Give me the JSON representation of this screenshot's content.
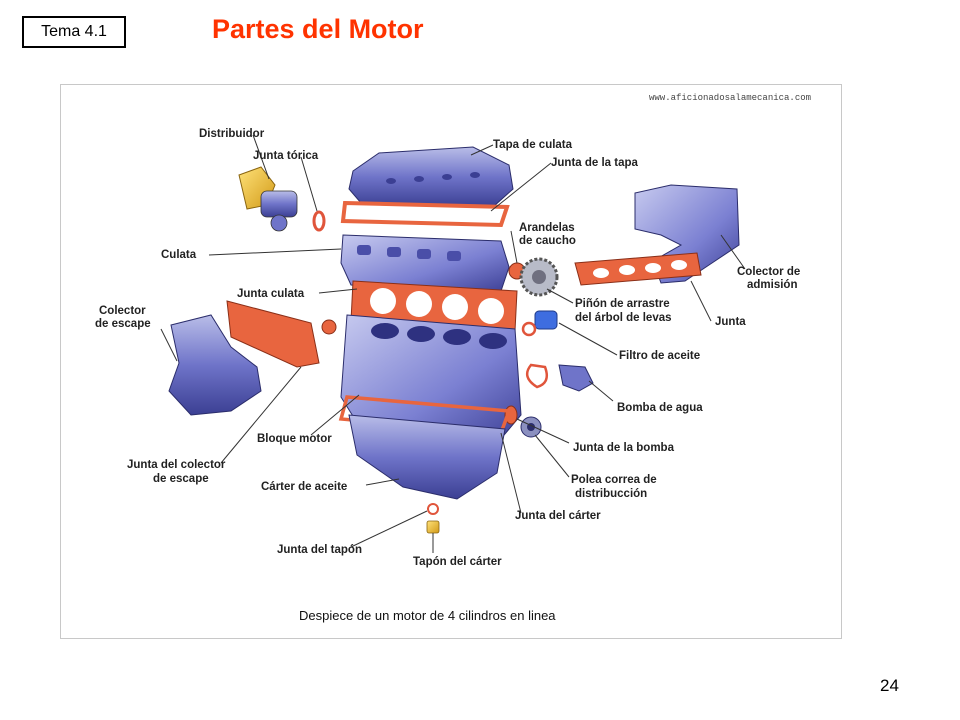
{
  "slide": {
    "tema": "Tema 4.1",
    "title": "Partes del Motor",
    "page_number": "24"
  },
  "diagram": {
    "website": "www.aficionadosalamecanica.com",
    "caption": "Despiece de un motor de 4 cilindros en linea",
    "labels": {
      "distribuidor": "Distribuidor",
      "junta_torica": "Junta tórica",
      "tapa_culata": "Tapa de culata",
      "junta_tapa": "Junta de la tapa",
      "arandelas_1": "Arandelas",
      "arandelas_2": "de caucho",
      "culata": "Culata",
      "colector_admision_1": "Colector de",
      "colector_admision_2": "admisión",
      "junta_culata": "Junta culata",
      "pinon_1": "Piñón de arrastre",
      "pinon_2": "del árbol de levas",
      "junta": "Junta",
      "colector_escape_1": "Colector",
      "colector_escape_2": "de escape",
      "filtro_aceite": "Filtro de aceite",
      "bomba_agua": "Bomba de agua",
      "bloque_motor": "Bloque motor",
      "junta_bomba": "Junta de la bomba",
      "junta_colector_escape_1": "Junta del colector",
      "junta_colector_escape_2": "de escape",
      "carter_aceite": "Cárter de aceite",
      "polea_1": "Polea correa de",
      "polea_2": "distribucción",
      "junta_carter": "Junta del cárter",
      "junta_tapon": "Junta del tapón",
      "tapon_carter": "Tapón del cárter"
    }
  }
}
